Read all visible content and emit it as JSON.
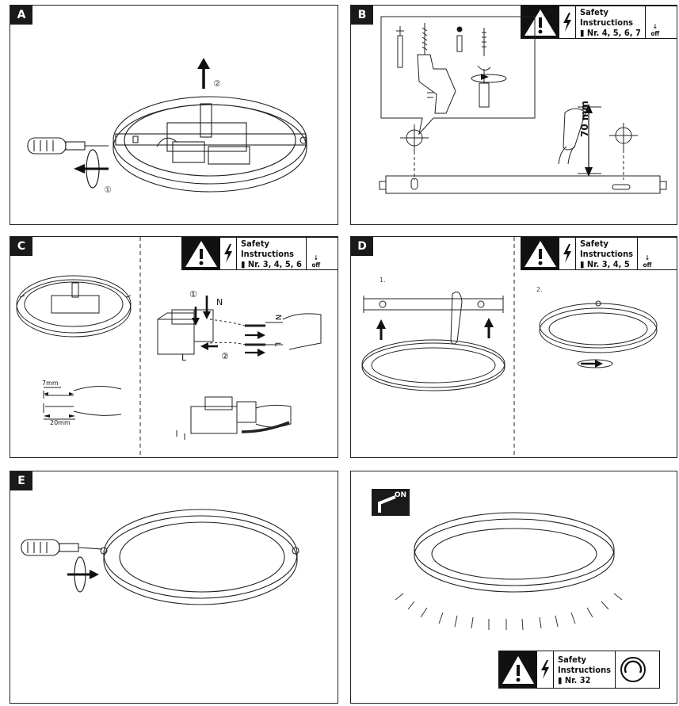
{
  "panels": {
    "a": {
      "label": "A",
      "step1": "①",
      "step2": "②"
    },
    "b": {
      "label": "B",
      "dimension": "70 mm",
      "safety": {
        "line1": "Safety",
        "line2": "Instructions",
        "nr": "Nr. 4, 5, 6, 7",
        "off": "off"
      }
    },
    "c": {
      "label": "C",
      "step1": "①",
      "step2": "②",
      "wire_n": "N",
      "wire_l": "L",
      "strip_short": "7mm",
      "strip_long": "20mm",
      "safety": {
        "line1": "Safety",
        "line2": "Instructions",
        "nr": "Nr. 3, 4, 5, 6",
        "off": "off"
      }
    },
    "d": {
      "label": "D",
      "step1": "1.",
      "step2": "2.",
      "safety": {
        "line1": "Safety",
        "line2": "Instructions",
        "nr": "Nr. 3, 4, 5",
        "off": "off"
      }
    },
    "e": {
      "label": "E"
    },
    "f": {
      "on_label": "ON",
      "safety": {
        "line1": "Safety",
        "line2": "Instructions",
        "nr": "Nr. 32"
      }
    }
  }
}
